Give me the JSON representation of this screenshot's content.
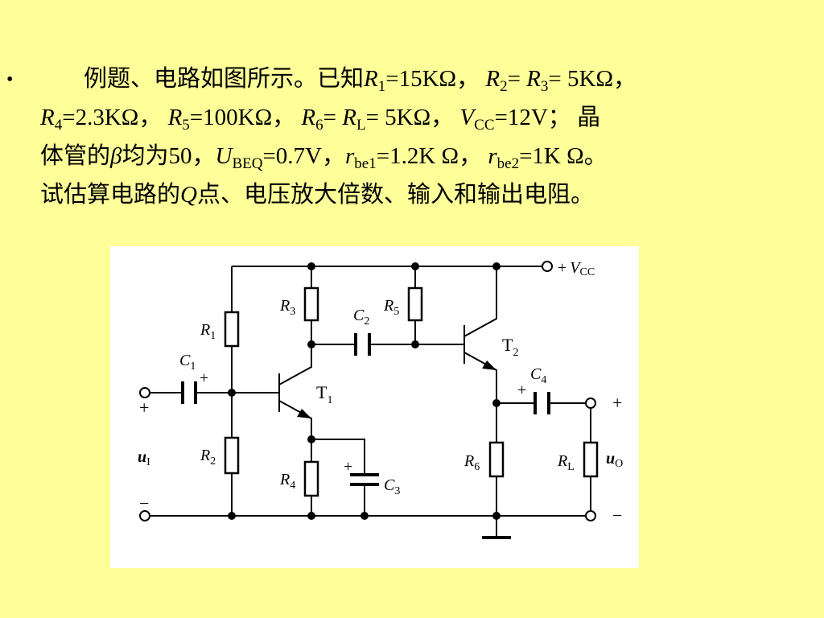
{
  "problem": {
    "bullet": "•",
    "intro": "例题、电路如图所示。已知",
    "R1_sym": "R",
    "R1_sub": "1",
    "R1_val": "=15KΩ，",
    "R2_sym": "R",
    "R2_sub": "2",
    "R2_eq": "= ",
    "R3_sym": "R",
    "R3_sub": "3",
    "R3_val": "= 5KΩ，",
    "R4_sym": "R",
    "R4_sub": "4",
    "R4_val": "=2.3KΩ，",
    "R5_sym": "R",
    "R5_sub": "5",
    "R5_val": "=100KΩ，",
    "R6_sym": "R",
    "R6_sub": "6",
    "R6_eq": "= ",
    "RL_sym": "R",
    "RL_sub": "L",
    "RL_val": "= 5KΩ，",
    "Vcc_sym": "V",
    "Vcc_sub": "CC",
    "Vcc_val": "=12V；",
    "jing": "晶",
    "transistor_text": "体管的",
    "beta": "β",
    "beta_val": "均为50，",
    "Ubeq_sym": "U",
    "Ubeq_sub": "BEQ",
    "Ubeq_val": "=0.7V，",
    "rbe1_sym": "r",
    "rbe1_sub": "be1",
    "rbe1_val": "=1.2K Ω，",
    "rbe2_sym": "r",
    "rbe2_sub": "be2",
    "rbe2_val": "=1K Ω。",
    "task_pre": "试估算电路的",
    "Q_sym": "Q",
    "task_post": "点、电压放大倍数、输入和输出电阻。"
  },
  "diagram": {
    "vcc_plus": "+",
    "vcc_sym": "V",
    "vcc_sub": "CC",
    "R1": {
      "sym": "R",
      "sub": "1"
    },
    "R2": {
      "sym": "R",
      "sub": "2"
    },
    "R3": {
      "sym": "R",
      "sub": "3"
    },
    "R4": {
      "sym": "R",
      "sub": "4"
    },
    "R5": {
      "sym": "R",
      "sub": "5"
    },
    "R6": {
      "sym": "R",
      "sub": "6"
    },
    "RL": {
      "sym": "R",
      "sub": "L"
    },
    "C1": {
      "sym": "C",
      "sub": "1",
      "polarity": "+"
    },
    "C2": {
      "sym": "C",
      "sub": "2"
    },
    "C3": {
      "sym": "C",
      "sub": "3",
      "polarity": "+"
    },
    "C4": {
      "sym": "C",
      "sub": "4",
      "polarity": "+"
    },
    "T1": {
      "sym": "T",
      "sub": "1"
    },
    "T2": {
      "sym": "T",
      "sub": "2"
    },
    "input": {
      "sym": "u",
      "sub": "I",
      "plus": "+",
      "minus": "−"
    },
    "output": {
      "sym": "u",
      "sub": "O",
      "plus": "+",
      "minus": "−"
    }
  }
}
